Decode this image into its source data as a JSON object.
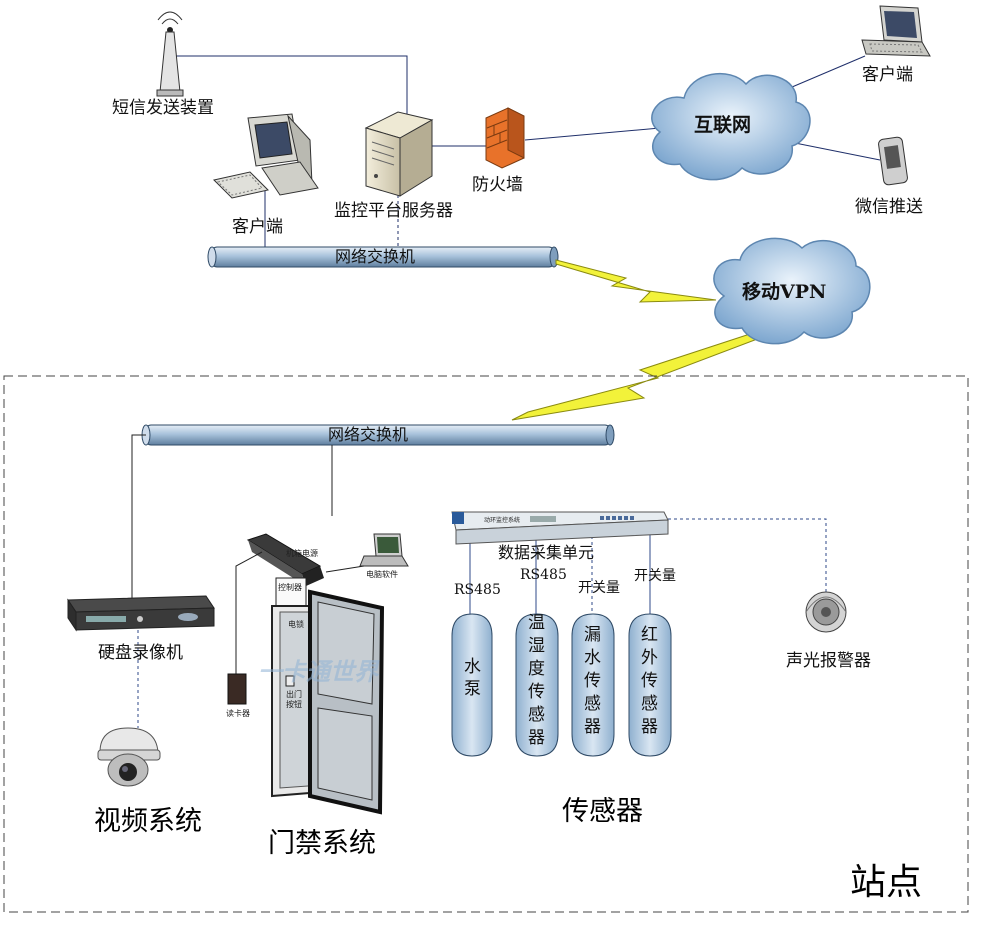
{
  "top": {
    "sms_device": "短信发送装置",
    "client_top": "客户端",
    "server": "监控平台服务器",
    "firewall": "防火墙",
    "internet": "互联网",
    "client_remote": "客户端",
    "wechat": "微信推送",
    "switch": "网络交换机",
    "vpn": "移动VPN"
  },
  "site": {
    "switch": "网络交换机",
    "dvr": "硬盘录像机",
    "video_system": "视频系统",
    "access": {
      "power": "机箱电源",
      "software": "电脑软件",
      "controller": "控制器",
      "lock": "电锁",
      "reader": "读卡器",
      "exit_button_1": "出门",
      "exit_button_2": "按钮",
      "watermark": "一卡通世界"
    },
    "access_system": "门禁系统",
    "collector": "数据采集单元",
    "collector_panel": "动环监控系统",
    "rs485_1": "RS485",
    "rs485_2": "RS485",
    "switch_value_1": "开关量",
    "switch_value_2": "开关量",
    "sensors": {
      "pump": [
        "水",
        "泵"
      ],
      "humidity": [
        "温",
        "湿",
        "度",
        "传",
        "感",
        "器"
      ],
      "leak": [
        "漏",
        "水",
        "传",
        "感",
        "器"
      ],
      "infrared": [
        "红",
        "外",
        "传",
        "感",
        "器"
      ]
    },
    "sensors_title": "传感器",
    "alarm": "声光报警器",
    "site_label": "站点"
  },
  "colors": {
    "pipe": "#a9c3dc",
    "cloud": "#9ec3e6",
    "bolt": "#f2f23a",
    "firewall": "#e8722a"
  }
}
